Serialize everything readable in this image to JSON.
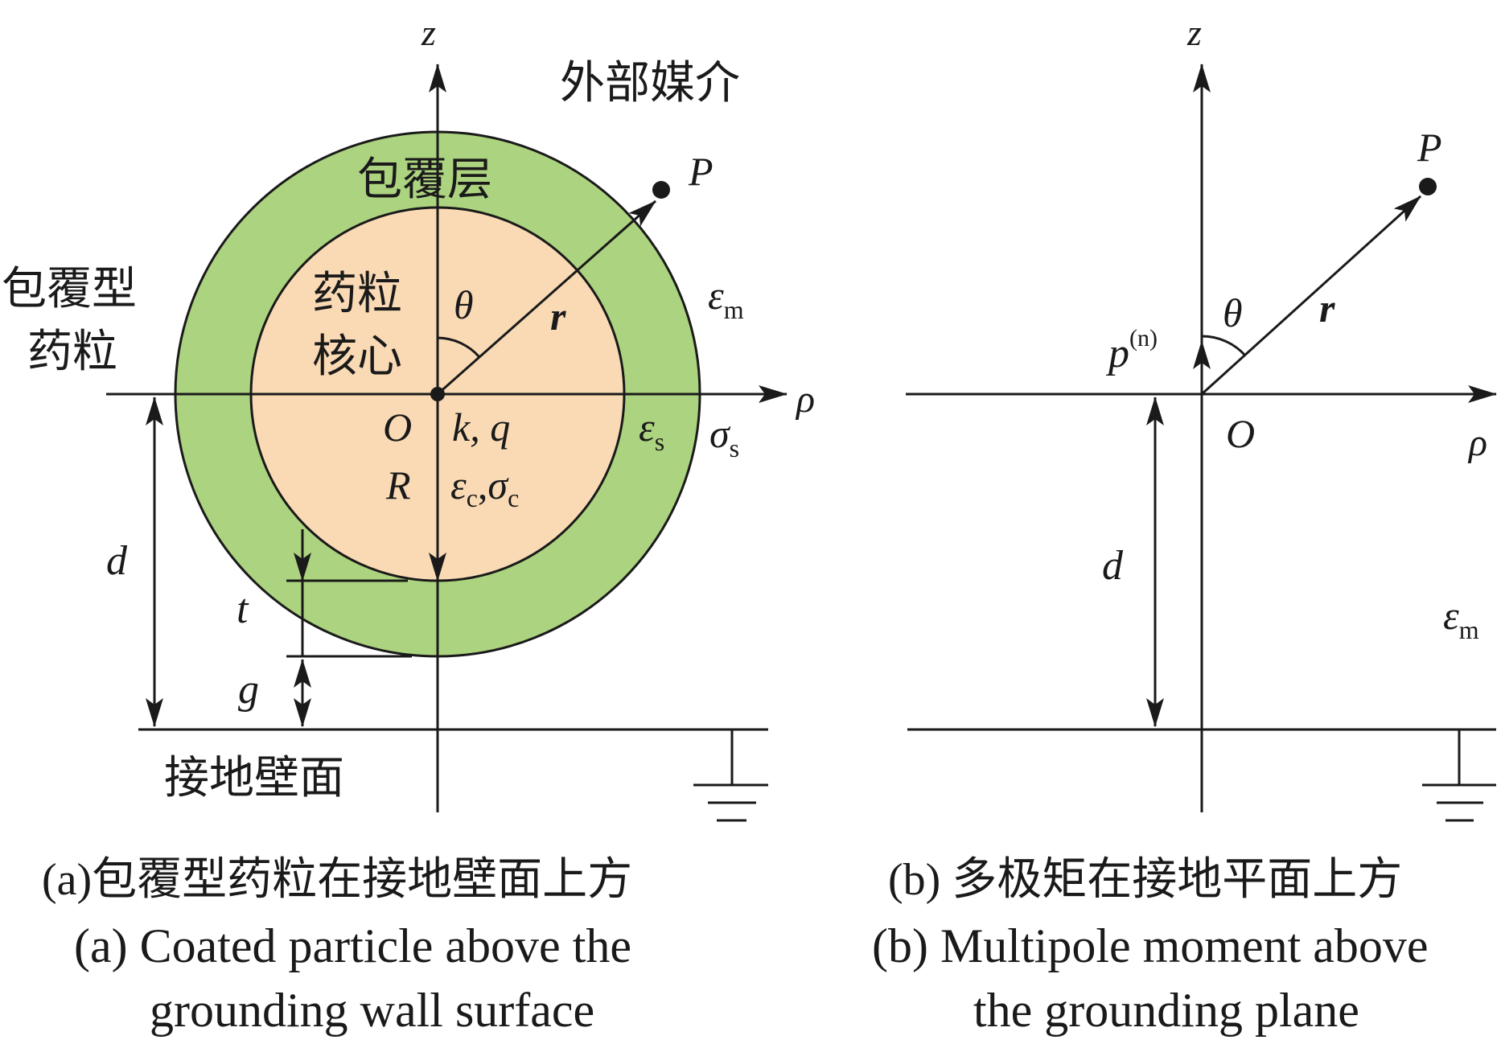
{
  "colors": {
    "coating": "#acd37f",
    "core": "#f9dab5",
    "line": "#1a1a1a"
  },
  "panel_a": {
    "axis_z": "z",
    "axis_rho": "ρ",
    "external_medium": "外部媒介",
    "coating_layer": "包覆层",
    "particle_label_line1": "包覆型",
    "particle_label_line2": "药粒",
    "core_label_line1": "药粒",
    "core_label_line2": "核心",
    "point": "P",
    "theta": "θ",
    "r": "r",
    "eps_m": "ε",
    "eps_m_sub": "m",
    "origin": "O",
    "kq": "k, q",
    "radius": "R",
    "eps_c": "ε",
    "eps_c_sub": "c",
    "sigma_c": "σ",
    "sigma_c_sub": "c",
    "comma": ",",
    "eps_s": "ε",
    "eps_s_sub": "s",
    "sigma_s": "σ",
    "sigma_s_sub": "s",
    "d": "d",
    "t": "t",
    "g": "g",
    "wall": "接地壁面"
  },
  "panel_b": {
    "axis_z": "z",
    "axis_rho": "ρ",
    "point": "P",
    "theta": "θ",
    "r": "r",
    "p": "p",
    "p_sup": "(n)",
    "origin": "O",
    "d": "d",
    "eps_m": "ε",
    "eps_m_sub": "m"
  },
  "captions": {
    "a_cn": "(a)包覆型药粒在接地壁面上方",
    "a_en_line1": "(a) Coated particle above the",
    "a_en_line2": "grounding wall surface",
    "b_cn": "(b) 多极矩在接地平面上方",
    "b_en_line1": "(b) Multipole moment above",
    "b_en_line2": "the grounding plane"
  }
}
